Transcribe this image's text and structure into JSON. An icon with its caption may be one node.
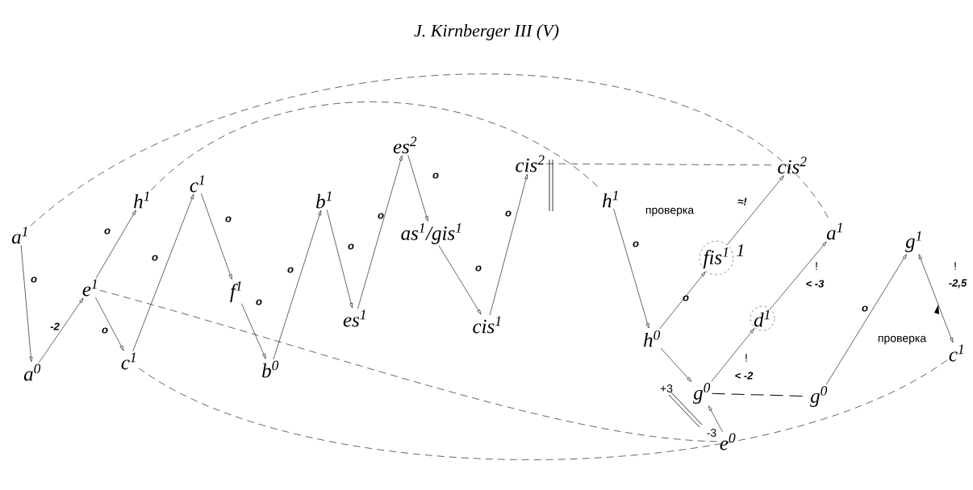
{
  "diagram": {
    "title": "J. Kirnberger III (V)",
    "nodes": [
      {
        "text": [
          "a$^{1}$"
        ]
      },
      {
        "text": [
          "a$^{0}$"
        ]
      },
      {
        "text": [
          "e$^{1}$"
        ]
      },
      {
        "text": [
          "h$^{1}$"
        ]
      },
      {
        "text": [
          "c$^{1}$"
        ]
      },
      {
        "text": [
          "c$^{1}$"
        ]
      },
      {
        "text": [
          "f$^{1}$"
        ]
      },
      {
        "text": [
          "b$^{0}$"
        ]
      },
      {
        "text": [
          "b$^{1}$"
        ]
      },
      {
        "text": [
          "es$^{1}$"
        ]
      },
      {
        "text": [
          "es$^{2}$"
        ]
      },
      {
        "text": [
          "as$^{1}$/gis$^{1}$"
        ]
      },
      {
        "text": [
          "cis$^{1}$"
        ]
      },
      {
        "text": [
          "cis$^{2}$"
        ]
      },
      {
        "text": [
          "h$^{1}$"
        ]
      },
      {
        "text": [
          "h$^{0}$"
        ]
      },
      {
        "text": [
          "fis$^{1}$"
        ],
        "beside": [
          "1"
        ]
      },
      {
        "text": [
          "cis$^{2}$"
        ]
      },
      {
        "text": [
          "a$^{1}$"
        ]
      },
      {
        "text": [
          "d$^{1}$"
        ]
      },
      {
        "text": [
          "g$^{0}$"
        ]
      },
      {
        "text": [
          "e$^{0}$"
        ]
      },
      {
        "text": [
          "g$^{0}$"
        ]
      },
      {
        "text": [
          "g$^{1}$"
        ]
      },
      {
        "text": [
          "c$^{1}$"
        ]
      }
    ],
    "edges": [
      {
        "from": 0,
        "to": 1,
        "arrow": "to",
        "label": "o"
      },
      {
        "from": 1,
        "to": 2,
        "arrow": "to",
        "label": "-2"
      },
      {
        "from": 2,
        "to": 3,
        "arrow": "to",
        "label": "o"
      },
      {
        "from": 2,
        "to": 5,
        "arrow": "to",
        "label": "o"
      },
      {
        "from": 5,
        "to": 4,
        "arrow": "to",
        "label": "o"
      },
      {
        "from": 4,
        "to": 6,
        "arrow": "to",
        "label": "o"
      },
      {
        "from": 6,
        "to": 7,
        "arrow": "to",
        "label": "o"
      },
      {
        "from": 7,
        "to": 8,
        "arrow": "to",
        "label": "o"
      },
      {
        "from": 8,
        "to": 9,
        "arrow": "to",
        "label": "o"
      },
      {
        "from": 9,
        "to": 10,
        "arrow": "to",
        "label": "o"
      },
      {
        "from": 10,
        "to": 11,
        "arrow": "to",
        "label": "o"
      },
      {
        "from": 11,
        "to": 12,
        "arrow": "to",
        "label": "o"
      },
      {
        "from": 12,
        "to": 13,
        "arrow": "to",
        "label": "o"
      },
      {
        "from": 14,
        "to": 15,
        "arrow": "to",
        "label": "o"
      },
      {
        "from": 15,
        "to": 16,
        "arrow": "to",
        "label": "o"
      },
      {
        "from": 16,
        "to": 17,
        "arrow": "to",
        "label": "≈!"
      },
      {
        "from": 19,
        "to": 18,
        "arrow": "to",
        "label": "< -3"
      },
      {
        "from": 20,
        "to": 19,
        "arrow": "to",
        "label": "< -2"
      },
      {
        "from": 15,
        "to": 20,
        "arrow": "to"
      },
      {
        "from": 21,
        "to": 20,
        "arrow": "to"
      },
      {
        "from": 22,
        "to": 23,
        "arrow": "to",
        "label": "o"
      },
      {
        "from": 23,
        "to": 24,
        "arrow": "both",
        "label": "-2,5"
      },
      {
        "from": 0,
        "to": 18,
        "arrow": "none",
        "style": "dashed"
      },
      {
        "from": 3,
        "to": 14,
        "arrow": "none",
        "style": "dashed"
      },
      {
        "from": 13,
        "to": 17,
        "arrow": "none",
        "style": "dashed"
      },
      {
        "from": 2,
        "to": 21,
        "arrow": "none",
        "style": "dashed"
      },
      {
        "from": 5,
        "to": 24,
        "arrow": "none",
        "style": "dashed"
      },
      {
        "from": 20,
        "to": 22,
        "arrow": "none",
        "style": "dashed"
      }
    ],
    "labels": [
      "проверка",
      "!",
      "!",
      "проверка",
      "!",
      "+3",
      "-3"
    ]
  }
}
